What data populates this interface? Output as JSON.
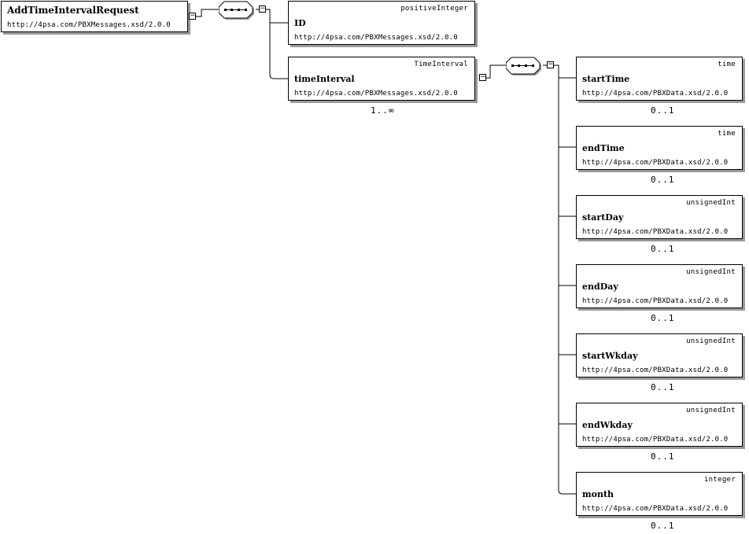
{
  "root": {
    "name": "AddTimeIntervalRequest",
    "namespace": "http://4psa.com/PBXMessages.xsd/2.0.0"
  },
  "id_element": {
    "type": "positiveInteger",
    "name": "ID",
    "namespace": "http://4psa.com/PBXMessages.xsd/2.0.0"
  },
  "time_interval": {
    "type": "TimeInterval",
    "name": "timeInterval",
    "namespace": "http://4psa.com/PBXMessages.xsd/2.0.0",
    "cardinality": "1..∞"
  },
  "children": [
    {
      "type": "time",
      "name": "startTime",
      "namespace": "http://4psa.com/PBXData.xsd/2.0.0",
      "cardinality": "0..1"
    },
    {
      "type": "time",
      "name": "endTime",
      "namespace": "http://4psa.com/PBXData.xsd/2.0.0",
      "cardinality": "0..1"
    },
    {
      "type": "unsignedInt",
      "name": "startDay",
      "namespace": "http://4psa.com/PBXData.xsd/2.0.0",
      "cardinality": "0..1"
    },
    {
      "type": "unsignedInt",
      "name": "endDay",
      "namespace": "http://4psa.com/PBXData.xsd/2.0.0",
      "cardinality": "0..1"
    },
    {
      "type": "unsignedInt",
      "name": "startWkday",
      "namespace": "http://4psa.com/PBXData.xsd/2.0.0",
      "cardinality": "0..1"
    },
    {
      "type": "unsignedInt",
      "name": "endWkday",
      "namespace": "http://4psa.com/PBXData.xsd/2.0.0",
      "cardinality": "0..1"
    },
    {
      "type": "integer",
      "name": "month",
      "namespace": "http://4psa.com/PBXData.xsd/2.0.0",
      "cardinality": "0..1"
    }
  ],
  "toggles": {
    "collapse": "−"
  },
  "colors": {
    "line": "#000000",
    "shadow": "#9a9a9a"
  }
}
